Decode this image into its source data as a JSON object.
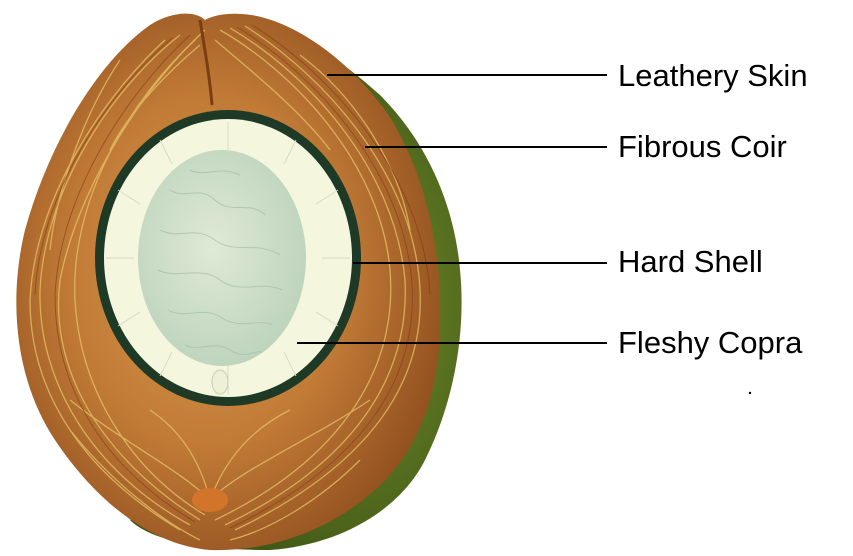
{
  "diagram": {
    "labels": [
      {
        "id": "skin",
        "text": "Leathery Skin"
      },
      {
        "id": "coir",
        "text": "Fibrous Coir"
      },
      {
        "id": "shell",
        "text": "Hard Shell"
      },
      {
        "id": "copra",
        "text": "Fleshy Copra"
      }
    ],
    "colors": {
      "skin": "#4f6a1c",
      "coir": "#b86a2c",
      "coir_fiber": "#e8c46a",
      "shell": "#1e3a26",
      "copra_outer": "#f4f6de",
      "copra_inner": "#c9dcc4",
      "leader_line": "#000000"
    }
  }
}
